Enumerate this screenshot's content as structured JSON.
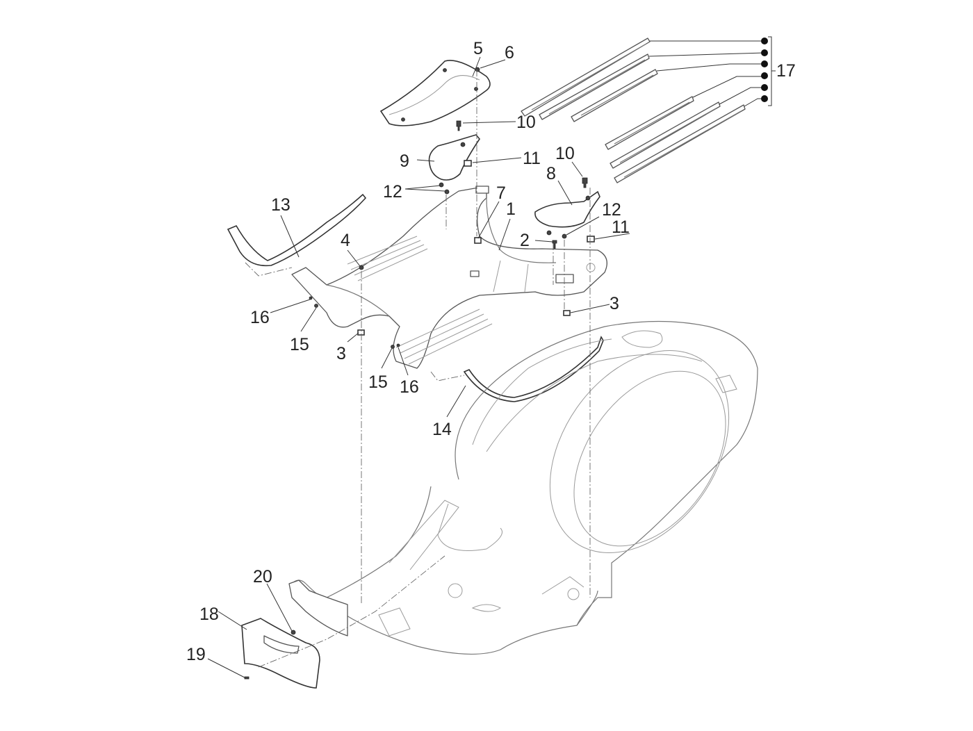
{
  "diagram": {
    "type": "exploded-parts-diagram",
    "subject": "scooter central cover, footrests and floor mat strips",
    "background": "#ffffff",
    "line_color": "#555555",
    "callouts": [
      {
        "id": "c1",
        "label": "1"
      },
      {
        "id": "c2",
        "label": "2"
      },
      {
        "id": "c3a",
        "label": "3"
      },
      {
        "id": "c3b",
        "label": "3"
      },
      {
        "id": "c4",
        "label": "4"
      },
      {
        "id": "c5",
        "label": "5"
      },
      {
        "id": "c6",
        "label": "6"
      },
      {
        "id": "c7",
        "label": "7"
      },
      {
        "id": "c8",
        "label": "8"
      },
      {
        "id": "c9",
        "label": "9"
      },
      {
        "id": "c10a",
        "label": "10"
      },
      {
        "id": "c10b",
        "label": "10"
      },
      {
        "id": "c11a",
        "label": "11"
      },
      {
        "id": "c11b",
        "label": "11"
      },
      {
        "id": "c12a",
        "label": "12"
      },
      {
        "id": "c12b",
        "label": "12"
      },
      {
        "id": "c13",
        "label": "13"
      },
      {
        "id": "c14",
        "label": "14"
      },
      {
        "id": "c15a",
        "label": "15"
      },
      {
        "id": "c15b",
        "label": "15"
      },
      {
        "id": "c16a",
        "label": "16"
      },
      {
        "id": "c16b",
        "label": "16"
      },
      {
        "id": "c17",
        "label": "17"
      },
      {
        "id": "c18",
        "label": "18"
      },
      {
        "id": "c19",
        "label": "19"
      },
      {
        "id": "c20",
        "label": "20"
      }
    ],
    "parts": [
      {
        "number": "1",
        "name": "footrest / central floor panel"
      },
      {
        "number": "2",
        "name": "screw"
      },
      {
        "number": "3",
        "name": "clip nut"
      },
      {
        "number": "4",
        "name": "screw"
      },
      {
        "number": "5",
        "name": "central tunnel cover"
      },
      {
        "number": "6",
        "name": "screw"
      },
      {
        "number": "7",
        "name": "clip nut"
      },
      {
        "number": "8",
        "name": "right passenger footrest"
      },
      {
        "number": "9",
        "name": "left passenger footrest"
      },
      {
        "number": "10",
        "name": "screw"
      },
      {
        "number": "11",
        "name": "clip nut"
      },
      {
        "number": "12",
        "name": "screws"
      },
      {
        "number": "13",
        "name": "left floor edge trim"
      },
      {
        "number": "14",
        "name": "right floor edge trim"
      },
      {
        "number": "15",
        "name": "screw"
      },
      {
        "number": "16",
        "name": "washer"
      },
      {
        "number": "17",
        "name": "floor rubber strips (set of 6)"
      },
      {
        "number": "18",
        "name": "front lower cover"
      },
      {
        "number": "19",
        "name": "screw"
      },
      {
        "number": "20",
        "name": "clip"
      }
    ],
    "strip_count_17": 6
  }
}
